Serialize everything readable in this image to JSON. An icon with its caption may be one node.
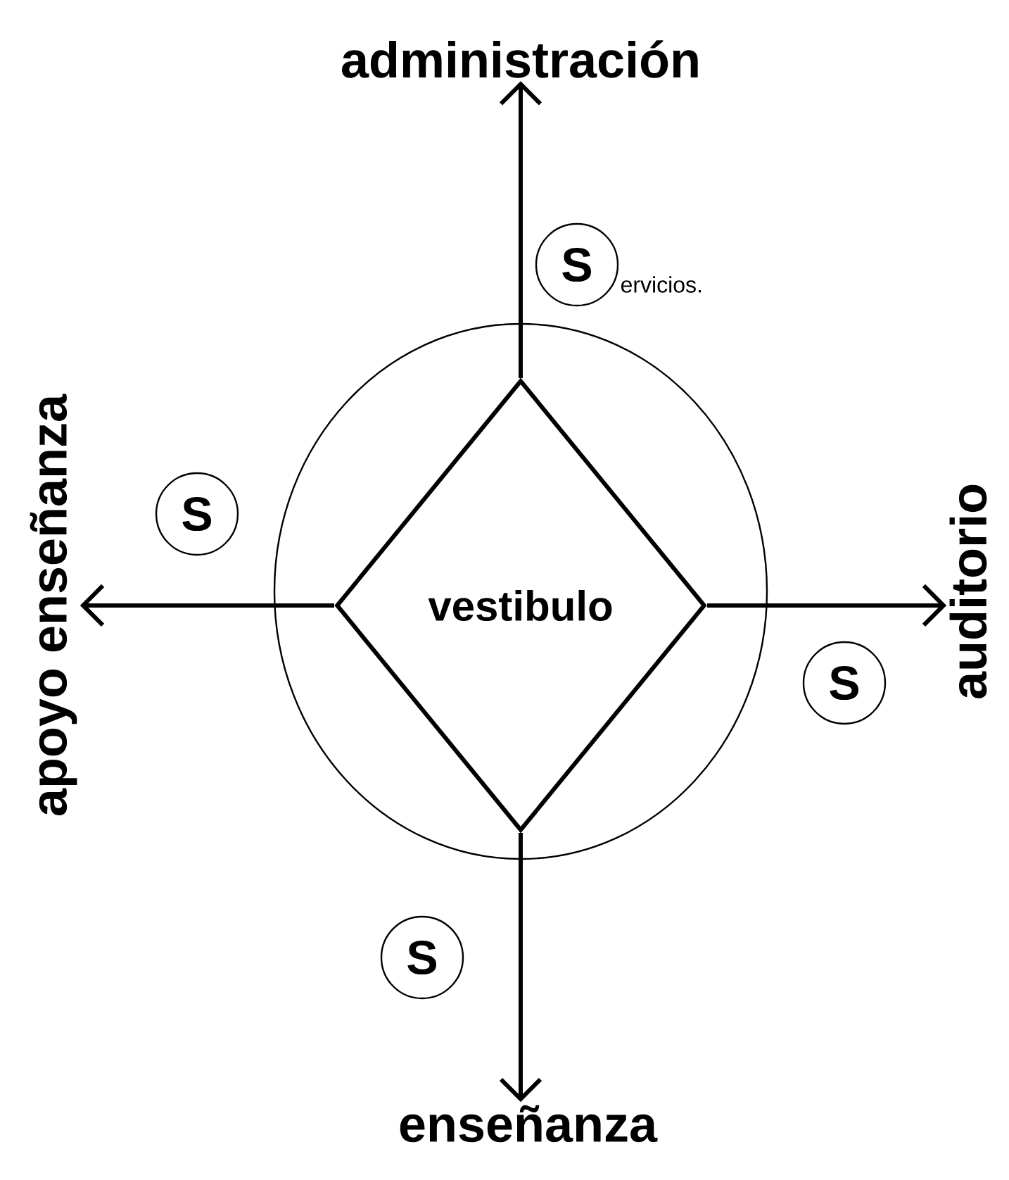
{
  "diagram": {
    "nodes": [
      {
        "text": [
          "administración"
        ]
      },
      {
        "text": [
          "S"
        ],
        "beside": [
          "ervicios."
        ]
      },
      {
        "text": [],
        "shape": "circle"
      },
      {
        "text": [
          "vestibulo"
        ],
        "in": 2
      },
      {
        "text": [
          "apoyo enseñanza"
        ]
      },
      {
        "text": [
          "S"
        ]
      },
      {
        "text": [
          "auditorio"
        ]
      },
      {
        "text": [
          "S"
        ]
      },
      {
        "text": [
          "S"
        ]
      },
      {
        "text": [
          "enseñanza"
        ]
      }
    ],
    "edges": [
      {
        "from": 3,
        "to": 0,
        "arrow": "to"
      },
      {
        "from": 3,
        "to": 6,
        "arrow": "to"
      },
      {
        "from": 3,
        "to": 9,
        "arrow": "to"
      },
      {
        "from": 3,
        "to": 4,
        "arrow": "to"
      }
    ]
  }
}
